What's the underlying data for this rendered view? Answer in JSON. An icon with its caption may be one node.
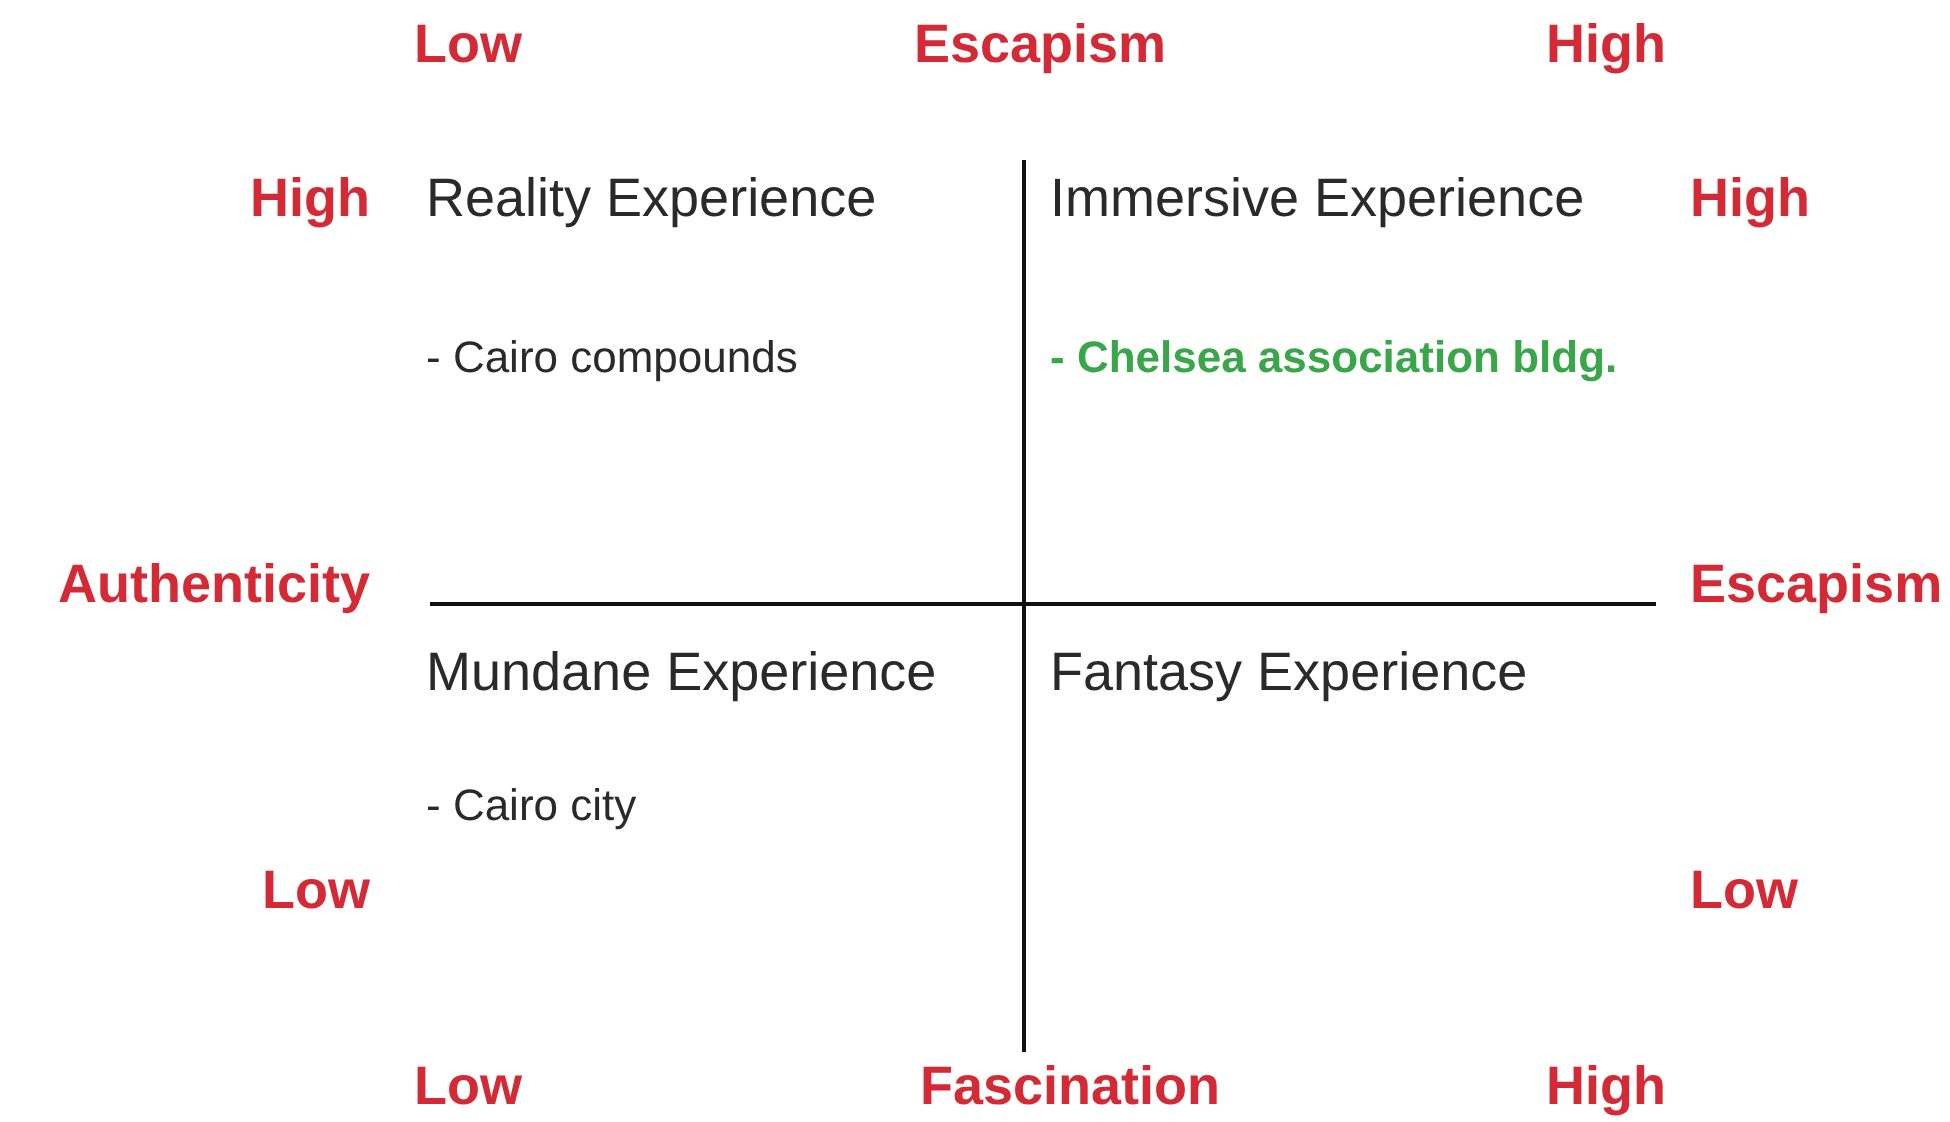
{
  "diagram": {
    "labels": [
      "Low",
      "Escapism",
      "High",
      "High",
      "Reality Experience",
      "Immersive Experience",
      "High",
      "- Cairo compounds",
      "- Chelsea association bldg.",
      "Authenticity",
      "Escapism",
      "Mundane Experience",
      "Fantasy Experience",
      "- Cairo city",
      "Low",
      "Low",
      "Low",
      "Fascination",
      "High"
    ]
  }
}
